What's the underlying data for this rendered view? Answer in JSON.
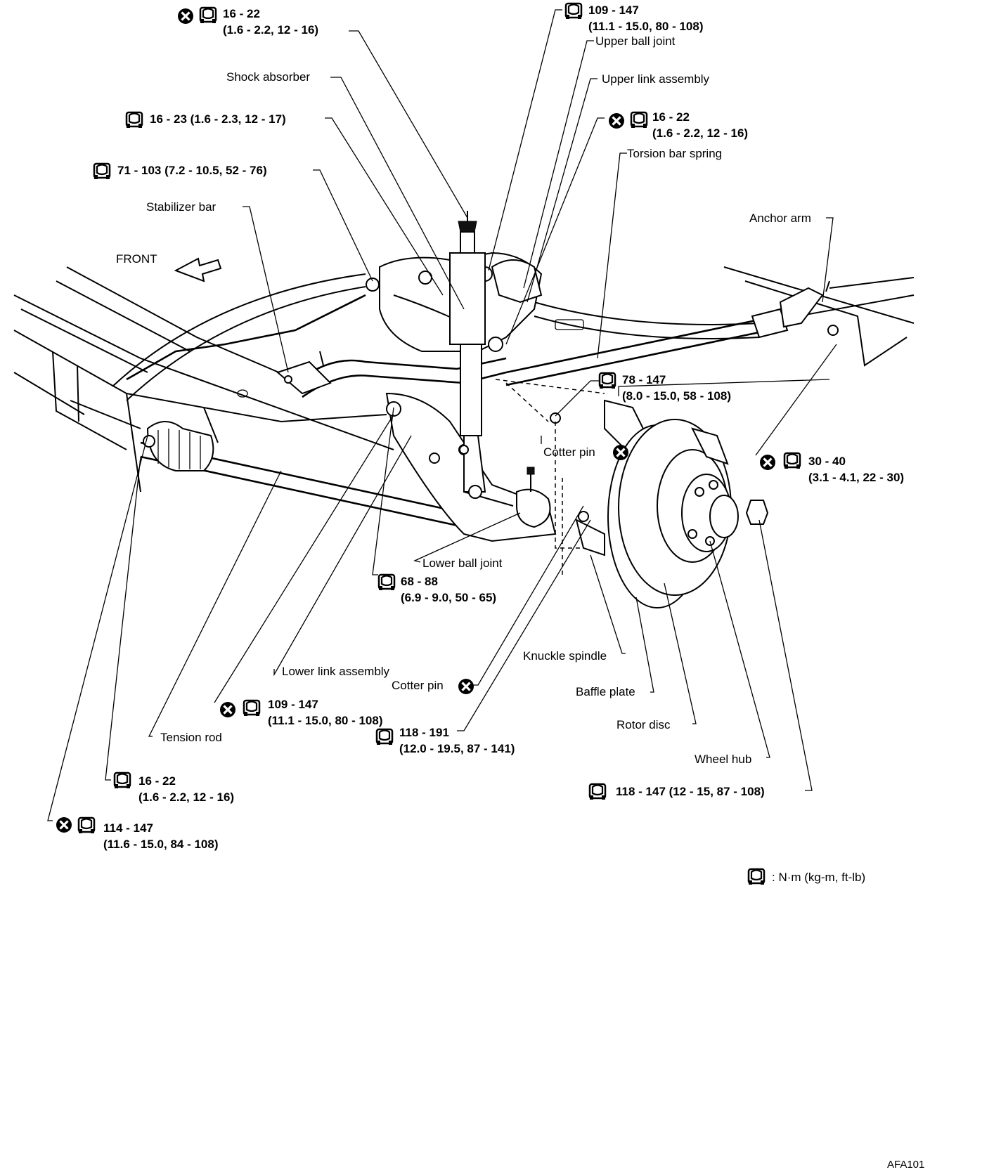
{
  "labels": {
    "torque_top_left": [
      "16 - 22",
      "(1.6 - 2.2, 12 - 16)"
    ],
    "torque_top_center": [
      "109 - 147",
      "(11.1 - 15.0, 80 - 108)"
    ],
    "upper_ball_joint": "Upper ball joint",
    "shock_absorber": "Shock absorber",
    "upper_link_assembly": "Upper link assembly",
    "torque_shock": "16 - 23 (1.6 - 2.3, 12 - 17)",
    "torque_upper_right": [
      "16 - 22",
      "(1.6 - 2.2, 12 - 16)"
    ],
    "torsion_bar_spring": "Torsion bar spring",
    "torque_71": "71 - 103 (7.2 - 10.5, 52 - 76)",
    "stabilizer_bar": "Stabilizer bar",
    "anchor_arm": "Anchor arm",
    "front": "FRONT",
    "torque_78": [
      "78 - 147",
      "(8.0 - 15.0, 58 - 108)"
    ],
    "cotter_pin_upper": "Cotter pin",
    "torque_30": [
      "30 - 40",
      "(3.1 - 4.1, 22 - 30)"
    ],
    "lower_ball_joint": "Lower ball joint",
    "torque_68": [
      "68 - 88",
      "(6.9 - 9.0, 50 - 65)"
    ],
    "knuckle_spindle": "Knuckle spindle",
    "lower_link_assembly": "Lower link assembly",
    "cotter_pin_lower": "Cotter pin",
    "baffle_plate": "Baffle plate",
    "torque_109_lower": [
      "109 - 147",
      "(11.1 - 15.0, 80 - 108)"
    ],
    "tension_rod": "Tension rod",
    "torque_118_191": [
      "118 - 191",
      "(12.0 - 19.5, 87 - 141)"
    ],
    "rotor_disc": "Rotor disc",
    "wheel_hub": "Wheel hub",
    "torque_118_147": "118 - 147 (12 - 15, 87 - 108)",
    "torque_16_22_lower": [
      "16 - 22",
      "(1.6 - 2.2, 12 - 16)"
    ],
    "torque_114": [
      "114 - 147",
      "(11.6 - 15.0, 84 - 108)"
    ],
    "legend_units": ": N·m (kg-m, ft-lb)",
    "figure_code": "AFA101"
  }
}
